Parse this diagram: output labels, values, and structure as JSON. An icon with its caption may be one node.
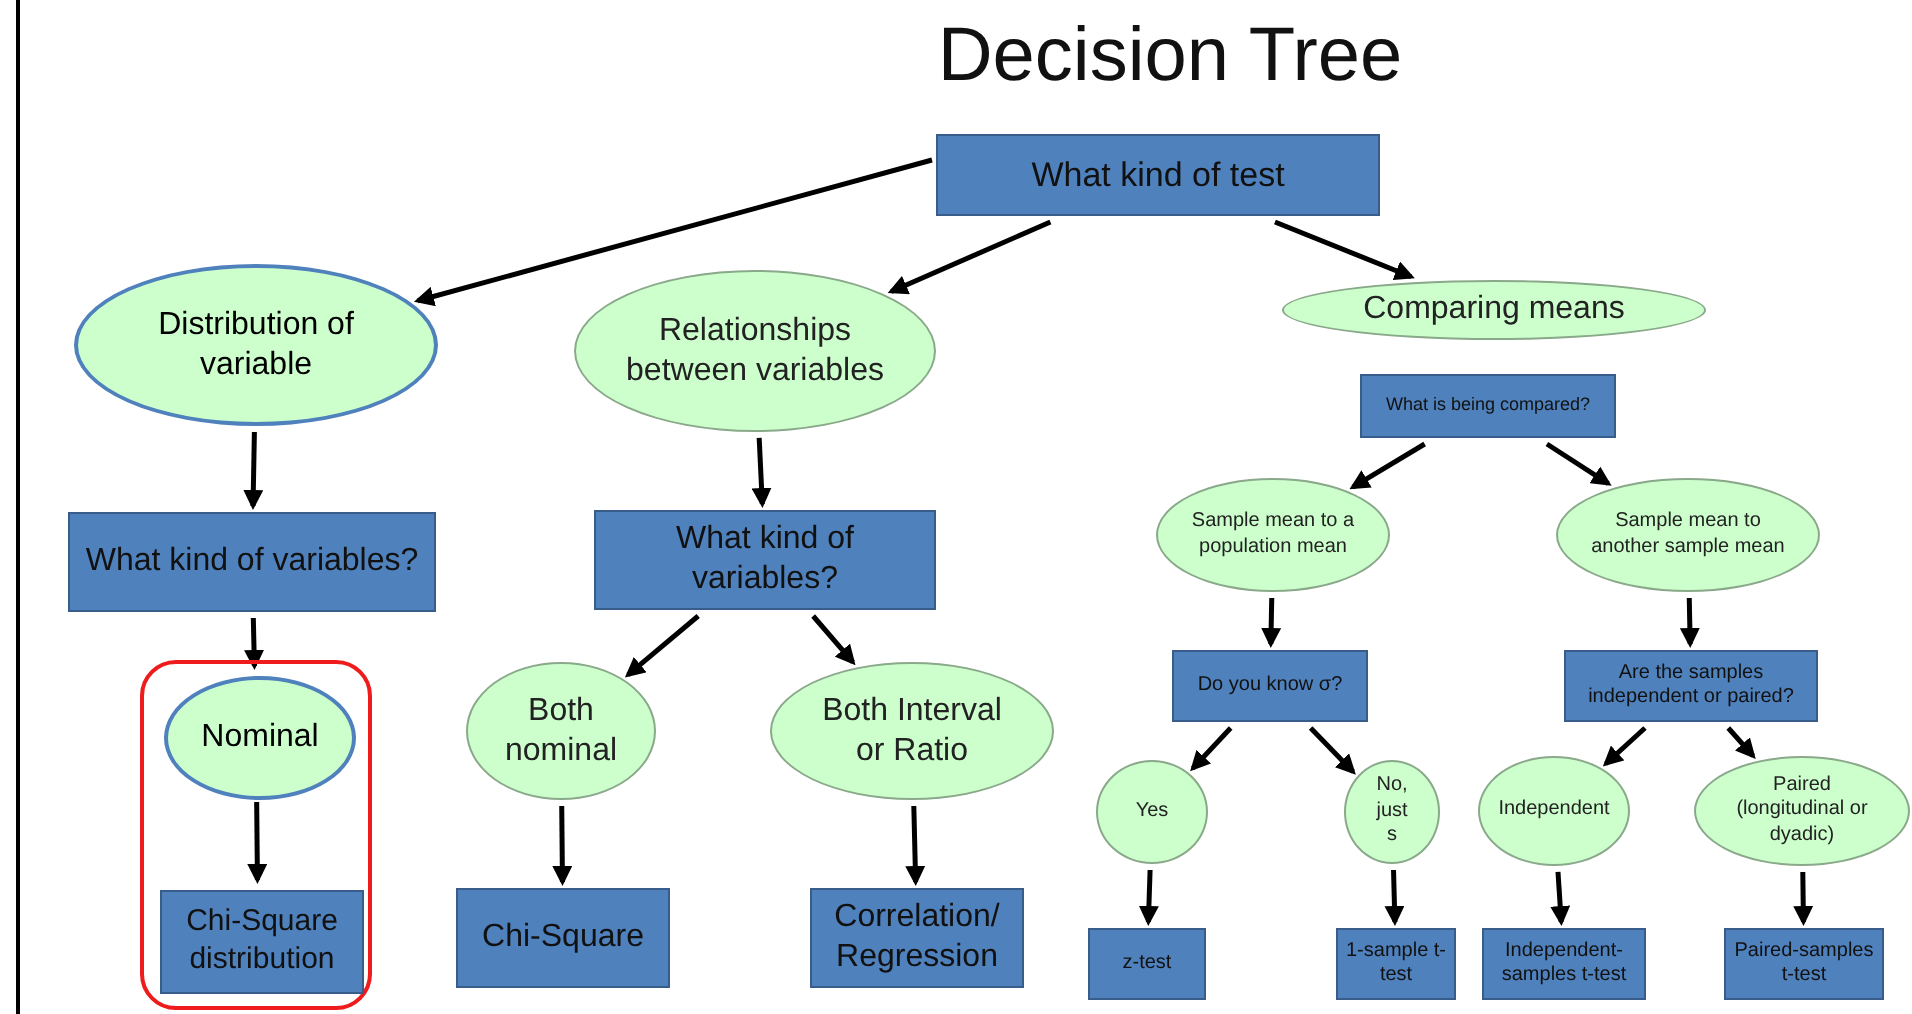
{
  "diagram": {
    "title": "Decision Tree",
    "nodes": [
      {
        "text": [
          "What kind of test"
        ]
      },
      {
        "text": [
          "Distribution of variable"
        ]
      },
      {
        "text": [
          "Relationships between variables"
        ]
      },
      {
        "text": [
          "Comparing means"
        ]
      },
      {
        "text": [
          "What kind of variables?"
        ]
      },
      {
        "text": [],
        "shape": "box"
      },
      {
        "text": [
          "Nominal"
        ],
        "in": 5
      },
      {
        "text": [
          "Chi-Square distribution"
        ],
        "in": 5
      },
      {
        "text": [
          "What kind of variables?"
        ]
      },
      {
        "text": [
          "Both nominal"
        ]
      },
      {
        "text": [
          "Both Interval or Ratio"
        ]
      },
      {
        "text": [
          "Chi-Square"
        ]
      },
      {
        "text": [
          "Correlation/ Regression"
        ]
      },
      {
        "text": [
          "What is being compared?"
        ]
      },
      {
        "text": [
          "Sample mean to a population mean"
        ]
      },
      {
        "text": [
          "Sample mean to another sample mean"
        ]
      },
      {
        "text": [
          "Do you know σ?"
        ]
      },
      {
        "text": [
          "Are the samples independent or paired?"
        ]
      },
      {
        "text": [
          "Yes"
        ]
      },
      {
        "text": [
          "No, just s"
        ]
      },
      {
        "text": [
          "Independent"
        ]
      },
      {
        "text": [
          "Paired (longitudinal or dyadic)"
        ]
      },
      {
        "text": [
          "z-test"
        ]
      },
      {
        "text": [
          "1-sample t-test"
        ]
      },
      {
        "text": [
          "Independent-samples t-test"
        ]
      },
      {
        "text": [
          "Paired-samples t-test"
        ]
      }
    ],
    "edges": [
      {
        "from": 0,
        "to": 1,
        "arrow": "to"
      },
      {
        "from": 0,
        "to": 2,
        "arrow": "to"
      },
      {
        "from": 0,
        "to": 3,
        "arrow": "to"
      },
      {
        "from": 1,
        "to": 4,
        "arrow": "to"
      },
      {
        "from": 4,
        "to": 6,
        "arrow": "to"
      },
      {
        "from": 6,
        "to": 7,
        "arrow": "to"
      },
      {
        "from": 2,
        "to": 8,
        "arrow": "to"
      },
      {
        "from": 8,
        "to": 9,
        "arrow": "to"
      },
      {
        "from": 8,
        "to": 10,
        "arrow": "to"
      },
      {
        "from": 9,
        "to": 11,
        "arrow": "to"
      },
      {
        "from": 10,
        "to": 12,
        "arrow": "to"
      },
      {
        "from": 13,
        "to": 14,
        "arrow": "to"
      },
      {
        "from": 13,
        "to": 15,
        "arrow": "to"
      },
      {
        "from": 14,
        "to": 16,
        "arrow": "to"
      },
      {
        "from": 15,
        "to": 17,
        "arrow": "to"
      },
      {
        "from": 16,
        "to": 18,
        "arrow": "to"
      },
      {
        "from": 16,
        "to": 19,
        "arrow": "to"
      },
      {
        "from": 17,
        "to": 20,
        "arrow": "to"
      },
      {
        "from": 17,
        "to": 21,
        "arrow": "to"
      },
      {
        "from": 18,
        "to": 22,
        "arrow": "to"
      },
      {
        "from": 19,
        "to": 23,
        "arrow": "to"
      },
      {
        "from": 20,
        "to": 24,
        "arrow": "to"
      },
      {
        "from": 21,
        "to": 25,
        "arrow": "to"
      }
    ]
  }
}
